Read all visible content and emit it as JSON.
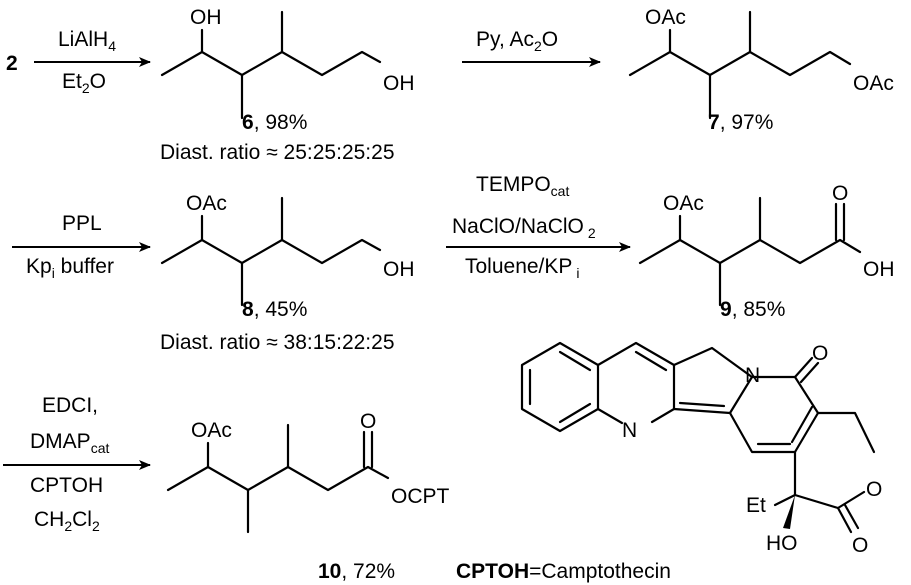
{
  "step1": {
    "start_label": "2",
    "reagent_top_a": "LiAlH",
    "reagent_top_sub": "4",
    "reagent_bot_a": "Et",
    "reagent_bot_sub": "2",
    "reagent_bot_b": "O"
  },
  "compound6": {
    "oh_top": "OH",
    "oh_end": "OH",
    "num": "6",
    "yield": ", 98%",
    "ratio": "Diast. ratio ≈ 25:25:25:25"
  },
  "step2": {
    "reagent": "Py, Ac",
    "reagent_sub": "2",
    "reagent_b": "O"
  },
  "compound7": {
    "oac_top": "OAc",
    "oac_end": "OAc",
    "num": "7",
    "yield": ", 97%"
  },
  "step3": {
    "reagent_top": "PPL",
    "reagent_bot_a": "Kp",
    "reagent_bot_sub": "i",
    "reagent_bot_b": " buffer"
  },
  "compound8": {
    "oac_top": "OAc",
    "oh_end": "OH",
    "num": "8",
    "yield": ", 45%",
    "ratio": "Diast. ratio ≈ 38:15:22:25"
  },
  "step4": {
    "line1_a": "TEMPO",
    "line1_sub": "cat",
    "line2_a": "NaClO/NaClO",
    "line2_sub": "2",
    "line3_a": "Toluene/KP",
    "line3_sub": "i"
  },
  "compound9": {
    "oac_top": "OAc",
    "o_carbonyl": "O",
    "oh_end": "OH",
    "num": "9",
    "yield": ", 85%"
  },
  "step5": {
    "line1": "EDCI,",
    "line2_a": "DMAP",
    "line2_sub": "cat",
    "line3": "CPTOH",
    "line4_a": "CH",
    "line4_sub1": "2",
    "line4_b": "Cl",
    "line4_sub2": "2"
  },
  "compound10": {
    "oac_top": "OAc",
    "o_carbonyl": "O",
    "ocpt": "OCPT",
    "num": "10",
    "yield": ", 72%"
  },
  "camptothecin": {
    "n_ring": "N",
    "n_pyridine": "N",
    "o_lactam": "O",
    "o_ring": "O",
    "o_lactone": "O",
    "et": "Et",
    "ho": "HO",
    "caption_bold": "CPTOH",
    "caption_rest": "=Camptothecin"
  }
}
